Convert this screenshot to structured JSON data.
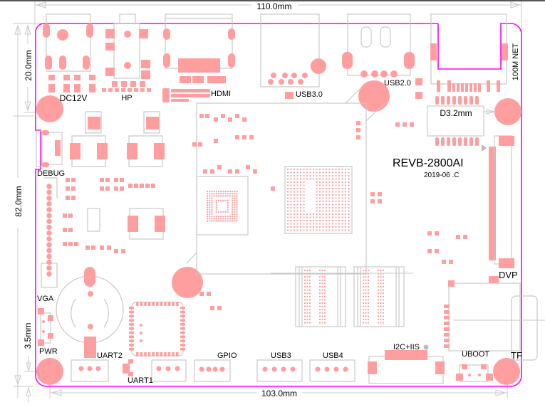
{
  "board": {
    "name": "REVB-2800AI",
    "revision": "2019-06 .C",
    "colors": {
      "pad": "#ff9e9e",
      "outline": "#c8c8c8",
      "board_edge": "#ff00ff",
      "board_edge_soft": "#cc66cc",
      "text": "#000000"
    }
  },
  "dimensions": {
    "width_total": "110.0mm",
    "width_holes": "103.0mm",
    "height_total": "82.0mm",
    "height_top": "20.0mm",
    "hole_offset": "3.5mm",
    "hole_diameter": "D3.2mm"
  },
  "connectors": {
    "dc12v": "DC12V",
    "hp": "HP",
    "hdmi": "HDMI",
    "usb30": "USB3.0",
    "usb20": "USB2.0",
    "net": "100M NET",
    "debug": "DEBUG",
    "vga": "VGA",
    "pwr": "PWR",
    "uart2": "UART2",
    "uart1": "UART1",
    "gpio": "GPIO",
    "usb3": "USB3",
    "usb4": "USB4",
    "i2c_iis": "I2C+IIS",
    "uboot": "UBOOT",
    "tf": "TF",
    "dvp": "DVP"
  }
}
